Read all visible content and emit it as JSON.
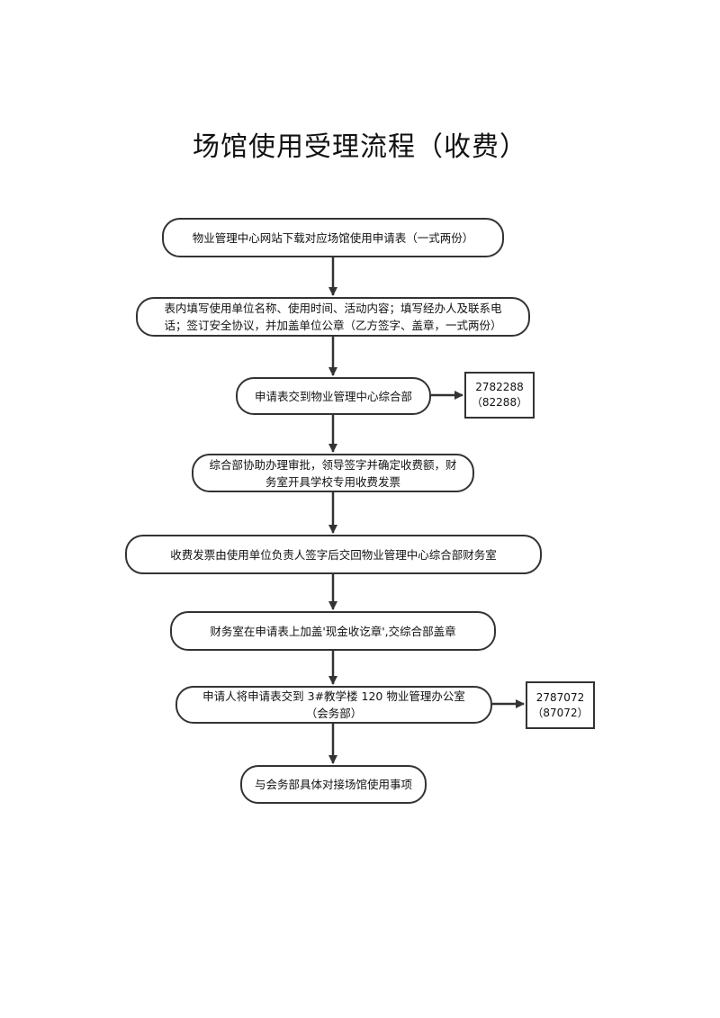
{
  "title": "场馆使用受理流程（收费）",
  "steps": [
    {
      "text": "物业管理中心网站下载对应场馆使用申请表（一式两份）"
    },
    {
      "text": "表内填写使用单位名称、使用时间、活动内容；填写经办人及联系电\n话；签订安全协议，并加盖单位公章（乙方签字、盖章，一式两份）"
    },
    {
      "text": "申请表交到物业管理中心综合部"
    },
    {
      "text": "综合部协助办理审批，领导签字并确定收费额，财\n务室开具学校专用收费发票"
    },
    {
      "text": "收费发票由使用单位负责人签字后交回物业管理中心综合部财务室"
    },
    {
      "text": "财务室在申请表上加盖'现金收讫章',交综合部盖章"
    },
    {
      "text": "申请人将申请表交到 3#教学楼 120 物业管理办公室\n（会务部）"
    },
    {
      "text": "与会务部具体对接场馆使用事项"
    }
  ],
  "phones": [
    {
      "text": "2782288\n（82288）"
    },
    {
      "text": "2787072\n（87072）"
    }
  ]
}
